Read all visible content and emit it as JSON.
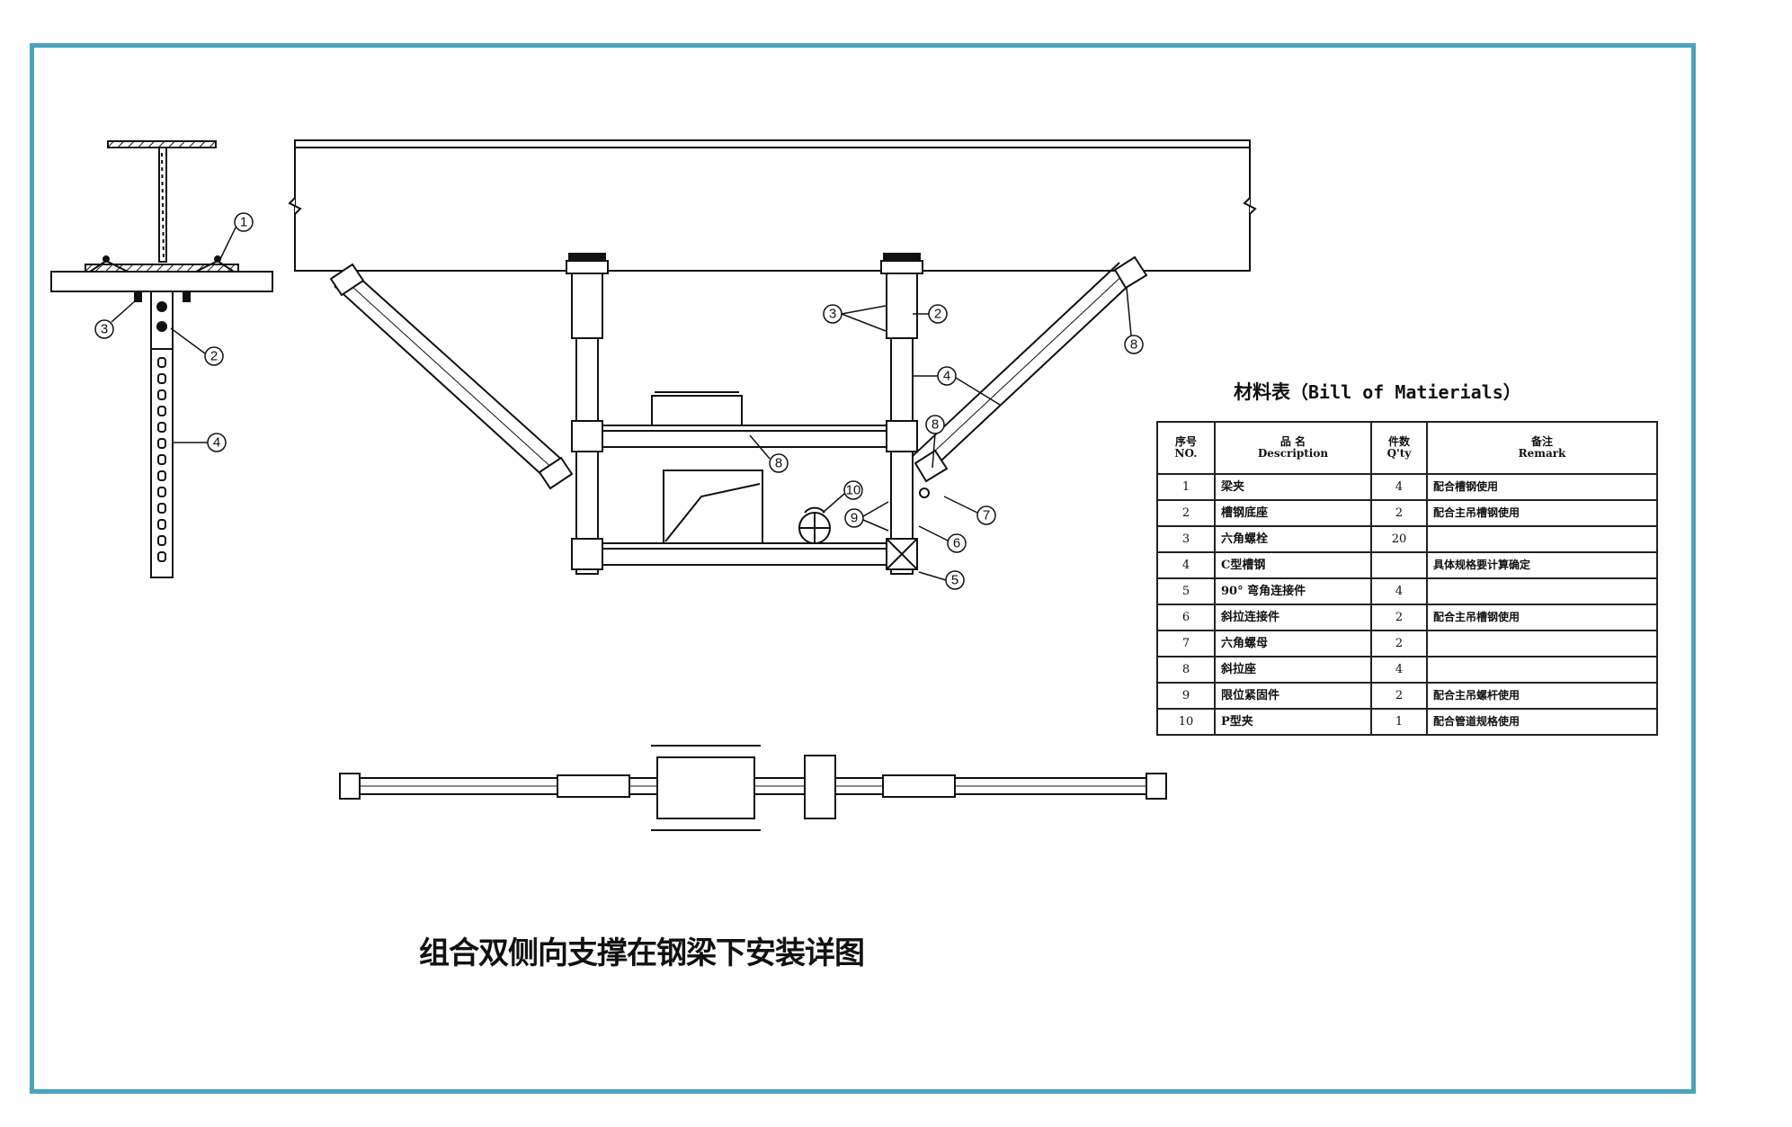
{
  "colors": {
    "frame": "#4aa3bd",
    "line": "#111111"
  },
  "bom": {
    "title_zh": "材料表",
    "title_en": "（Bill of Matierials）",
    "headers": [
      {
        "zh": "序号",
        "en": "NO."
      },
      {
        "zh": "品 名",
        "en": "Description"
      },
      {
        "zh": "件数",
        "en": "Q'ty"
      },
      {
        "zh": "备注",
        "en": "Remark"
      }
    ],
    "rows": [
      {
        "no": "1",
        "desc": "梁夹",
        "qty": "4",
        "remark": "配合槽钢使用"
      },
      {
        "no": "2",
        "desc": "槽钢底座",
        "qty": "2",
        "remark": "配合主吊槽钢使用"
      },
      {
        "no": "3",
        "desc": "六角螺栓",
        "qty": "20",
        "remark": ""
      },
      {
        "no": "4",
        "desc": "C型槽钢",
        "qty": "",
        "remark": "具体规格要计算确定"
      },
      {
        "no": "5",
        "desc": "90° 弯角连接件",
        "qty": "4",
        "remark": ""
      },
      {
        "no": "6",
        "desc": "斜拉连接件",
        "qty": "2",
        "remark": "配合主吊槽钢使用"
      },
      {
        "no": "7",
        "desc": "六角螺母",
        "qty": "2",
        "remark": ""
      },
      {
        "no": "8",
        "desc": "斜拉座",
        "qty": "4",
        "remark": ""
      },
      {
        "no": "9",
        "desc": "限位紧固件",
        "qty": "2",
        "remark": "配合主吊螺杆使用"
      },
      {
        "no": "10",
        "desc": "P型夹",
        "qty": "1",
        "remark": "配合管道规格使用"
      }
    ]
  },
  "callouts": {
    "side_view": [
      "1",
      "2",
      "3",
      "4"
    ],
    "front_view": [
      "3",
      "2",
      "4",
      "8",
      "8",
      "8",
      "10",
      "9",
      "7",
      "6",
      "5"
    ]
  },
  "caption": "组合双侧向支撑在钢梁下安装详图"
}
